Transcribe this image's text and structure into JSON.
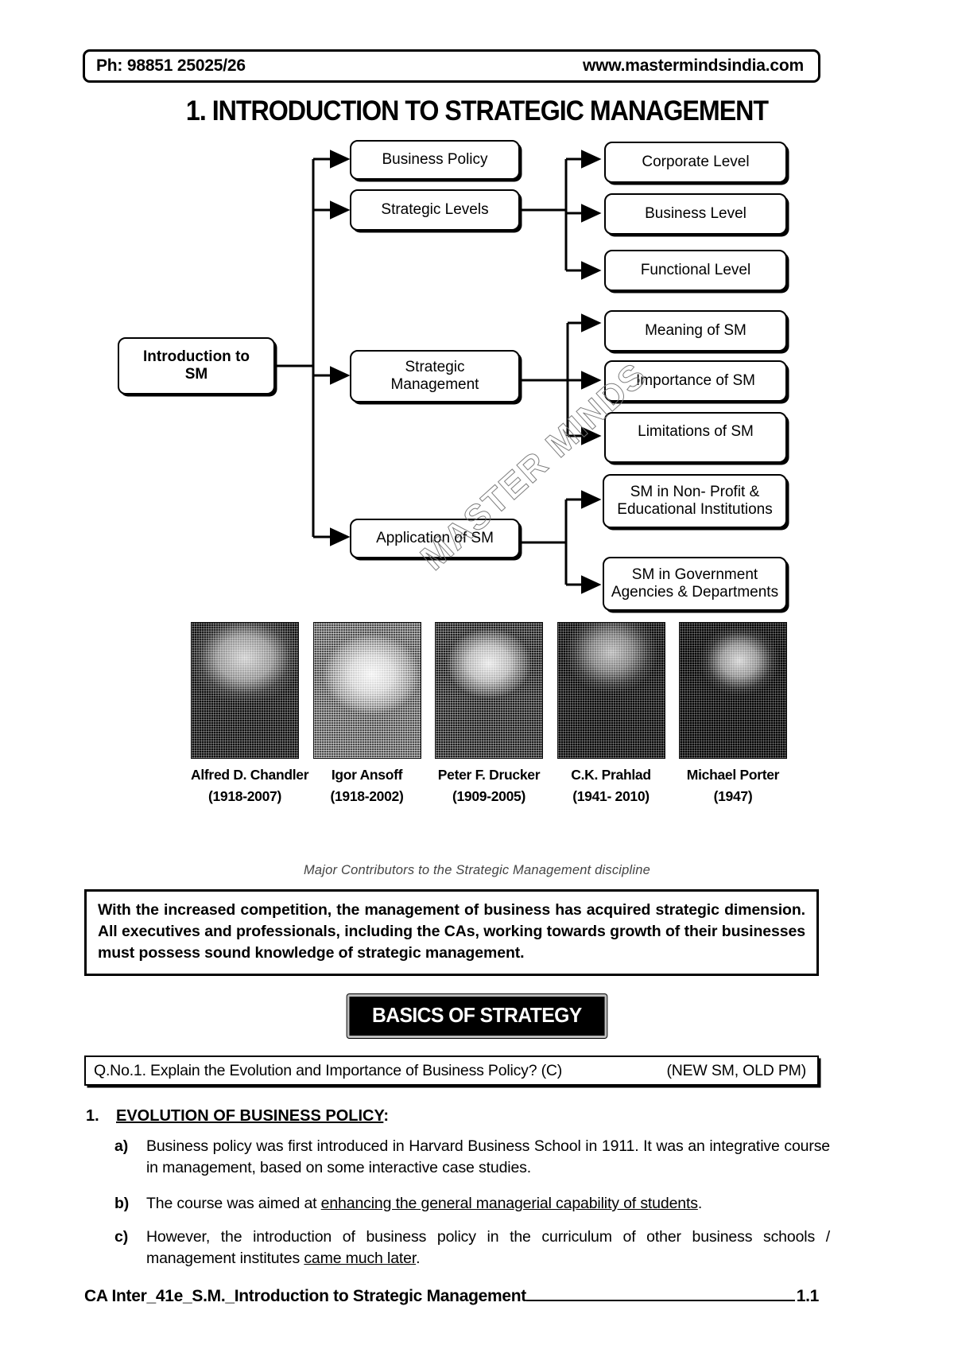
{
  "header": {
    "phone": "Ph: 98851 25025/26",
    "website": "www.mastermindsindia.com"
  },
  "title": "1. INTRODUCTION TO STRATEGIC MANAGEMENT",
  "flowchart": {
    "root": "Introduction to\nSM",
    "branches": [
      {
        "label": "Business Policy",
        "children": []
      },
      {
        "label": "Strategic Levels",
        "children": [
          "Corporate Level",
          "Business Level",
          "Functional Level"
        ]
      },
      {
        "label": "Strategic\nManagement",
        "children": [
          "Meaning of SM",
          "Importance of SM",
          "Limitations of SM"
        ]
      },
      {
        "label": "Application of SM",
        "children": [
          "SM in Non- Profit &\nEducational Institutions",
          "SM in Government\nAgencies & Departments"
        ]
      }
    ],
    "nodes": {
      "root": "Introduction to SM",
      "business_policy": "Business Policy",
      "strategic_levels": "Strategic Levels",
      "strategic_management": "Strategic Management",
      "application_of_sm": "Application of SM",
      "corporate_level": "Corporate Level",
      "business_level": "Business Level",
      "functional_level": "Functional Level",
      "meaning_of_sm": "Meaning of SM",
      "importance_of_sm": "Importance of SM",
      "limitations_of_sm": "Limitations of SM",
      "sm_non_profit": "SM in Non- Profit &\nEducational Institutions",
      "sm_government": "SM in Government\nAgencies & Departments"
    },
    "watermark": "MASTER MINDS"
  },
  "people": {
    "caption": "Major Contributors to the Strategic Management discipline",
    "items": [
      {
        "name": "Alfred D. Chandler",
        "years": "(1918-2007)"
      },
      {
        "name": "Igor Ansoff",
        "years": "(1918-2002)"
      },
      {
        "name": "Peter F. Drucker",
        "years": "(1909-2005)"
      },
      {
        "name": "C.K. Prahlad",
        "years": "(1941- 2010)"
      },
      {
        "name": "Michael Porter",
        "years": "(1947)"
      }
    ]
  },
  "intro_paragraph": "With the increased competition, the management of business has acquired strategic dimension. All executives and professionals, including the CAs, working towards growth of their businesses must possess sound knowledge of strategic management.",
  "banner": "BASICS OF STRATEGY",
  "question": {
    "text": "Q.No.1. Explain the Evolution and Importance of Business Policy? (C)",
    "tag": "(NEW SM, OLD PM)"
  },
  "section": {
    "number": "1.",
    "heading": "EVOLUTION OF BUSINESS POLICY",
    "heading_suffix": ":",
    "items": [
      {
        "bullet": "a)",
        "text": "Business policy was first introduced in Harvard Business School in 1911. It was an integrative course in management, based on some interactive case studies."
      },
      {
        "bullet": "b)",
        "text": "The course was aimed at enhancing the general managerial capability of students."
      },
      {
        "bullet": "c)",
        "text": "However, the introduction of business policy in the curriculum of other business schools / management institutes came much later."
      }
    ]
  },
  "footer": {
    "title": "CA Inter_41e_S.M._Introduction to Strategic Management",
    "page": "1.1"
  }
}
